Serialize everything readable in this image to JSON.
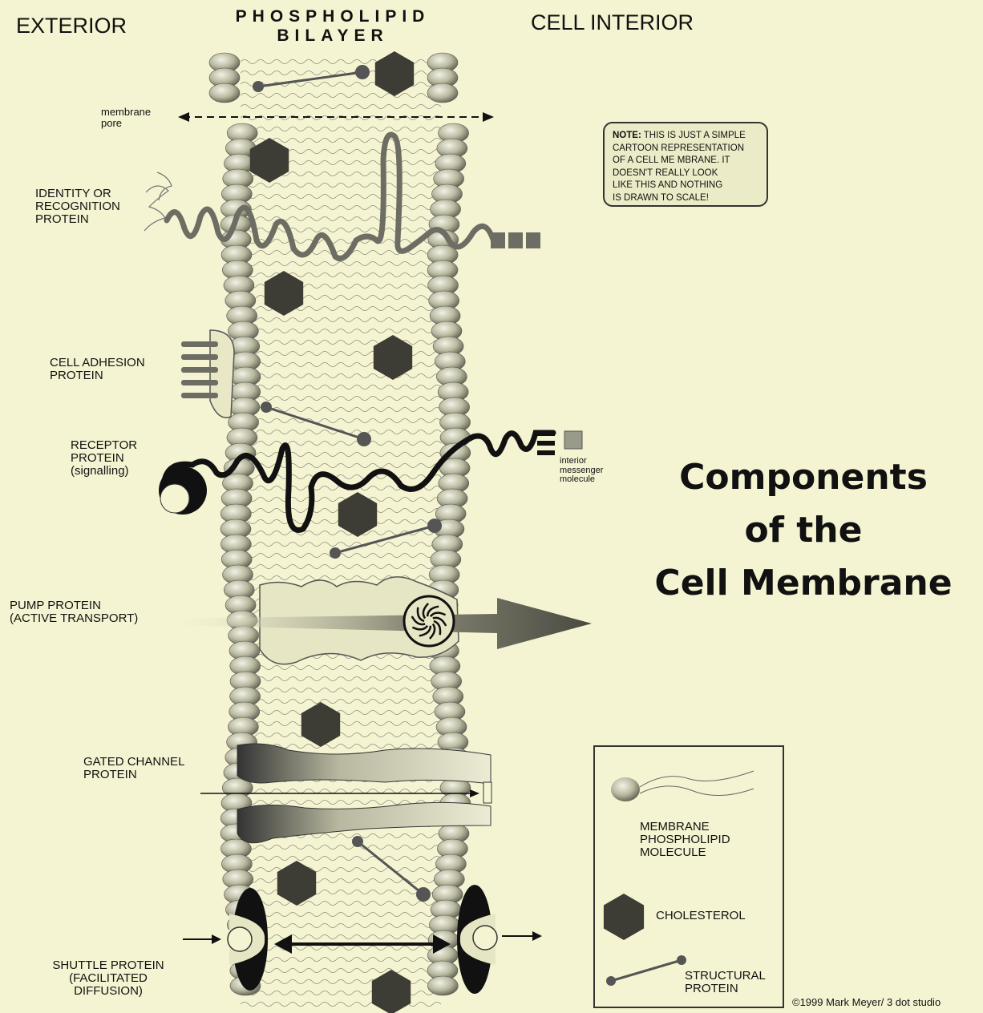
{
  "headers": {
    "exterior": "EXTERIOR",
    "bilayer_line1": "PHOSPHOLIPID",
    "bilayer_line2": "BILAYER",
    "interior": "CELL INTERIOR"
  },
  "title": {
    "line1": "Components",
    "line2": "of the",
    "line3": "Cell Membrane"
  },
  "note": {
    "lead": "NOTE:",
    "lines": [
      " THIS IS JUST A SIMPLE",
      "CARTOON REPRESENTATION",
      "OF A CELL ME MBRANE. IT",
      "DOESN'T REALLY LOOK",
      "LIKE THIS AND NOTHING",
      "IS DRAWN TO SCALE!"
    ]
  },
  "labels": {
    "membrane_pore": [
      "membrane",
      "pore"
    ],
    "identity": [
      "IDENTITY OR",
      "RECOGNITION",
      "PROTEIN"
    ],
    "adhesion": [
      "CELL ADHESION",
      "PROTEIN"
    ],
    "receptor": [
      "RECEPTOR",
      "PROTEIN",
      "(signalling)"
    ],
    "messenger": [
      "interior",
      "messenger",
      "molecule"
    ],
    "pump": [
      "PUMP PROTEIN",
      "(ACTIVE TRANSPORT)"
    ],
    "gated": [
      "GATED CHANNEL",
      "PROTEIN"
    ],
    "shuttle": [
      "SHUTTLE PROTEIN",
      "(FACILITATED",
      "DIFFUSION)"
    ]
  },
  "legend": {
    "phospholipid": [
      "MEMBRANE",
      "PHOSPHOLIPID",
      "MOLECULE"
    ],
    "cholesterol": "CHOLESTEROL",
    "structural": [
      "STRUCTURAL",
      "PROTEIN"
    ]
  },
  "copyright": "©1999 Mark Meyer/ 3 dot studio",
  "colors": {
    "background": "#f5f4d2",
    "bead": "#b9b9a0",
    "cholesterol": "#3d3d35",
    "protein_gray": "#6d6d63",
    "receptor": "#111111"
  }
}
